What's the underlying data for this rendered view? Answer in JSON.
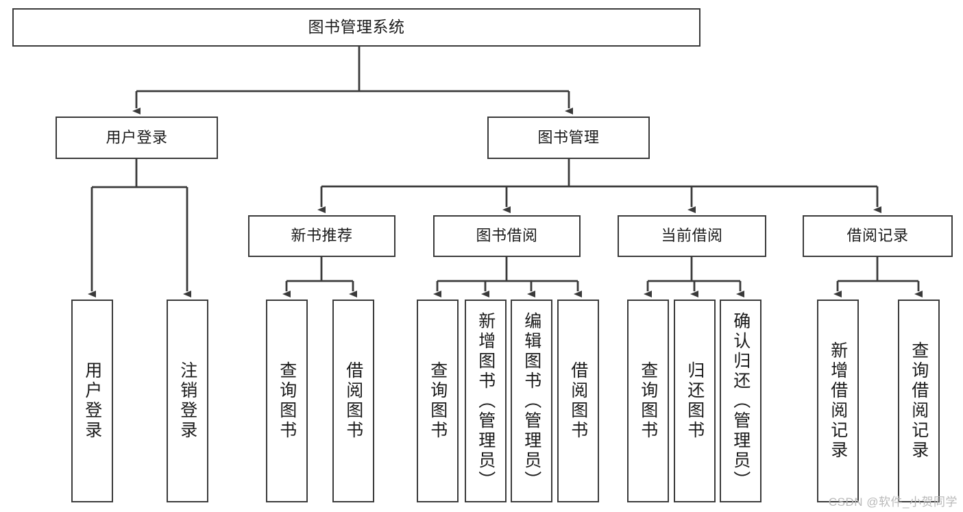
{
  "diagram": {
    "type": "tree-hierarchy",
    "title": "图书管理系统",
    "watermark": "CSDN @软件_小贺同学",
    "colors": {
      "border": "#3a3a3a",
      "background": "#ffffff",
      "text": "#1a1a1a",
      "watermark": "#b9b9b9"
    },
    "nodes": {
      "root": {
        "label": "图书管理系统"
      },
      "level2": [
        {
          "label": "用户登录"
        },
        {
          "label": "图书管理"
        }
      ],
      "level3": [
        {
          "label": "新书推荐"
        },
        {
          "label": "图书借阅"
        },
        {
          "label": "当前借阅"
        },
        {
          "label": "借阅记录"
        }
      ],
      "leaves": {
        "user_login": [
          {
            "label": "用户登录"
          },
          {
            "label": "注销登录"
          }
        ],
        "new_book": [
          {
            "label": "查询图书"
          },
          {
            "label": "借阅图书"
          }
        ],
        "book_borrow": [
          {
            "label": "查询图书"
          },
          {
            "label": "新增图书（管理员）"
          },
          {
            "label": "编辑图书（管理员）"
          },
          {
            "label": "借阅图书"
          }
        ],
        "current_borrow": [
          {
            "label": "查询图书"
          },
          {
            "label": "归还图书"
          },
          {
            "label": "确认归还（管理员）"
          }
        ],
        "borrow_record": [
          {
            "label": "新增借阅记录"
          },
          {
            "label": "查询借阅记录"
          }
        ]
      }
    }
  }
}
